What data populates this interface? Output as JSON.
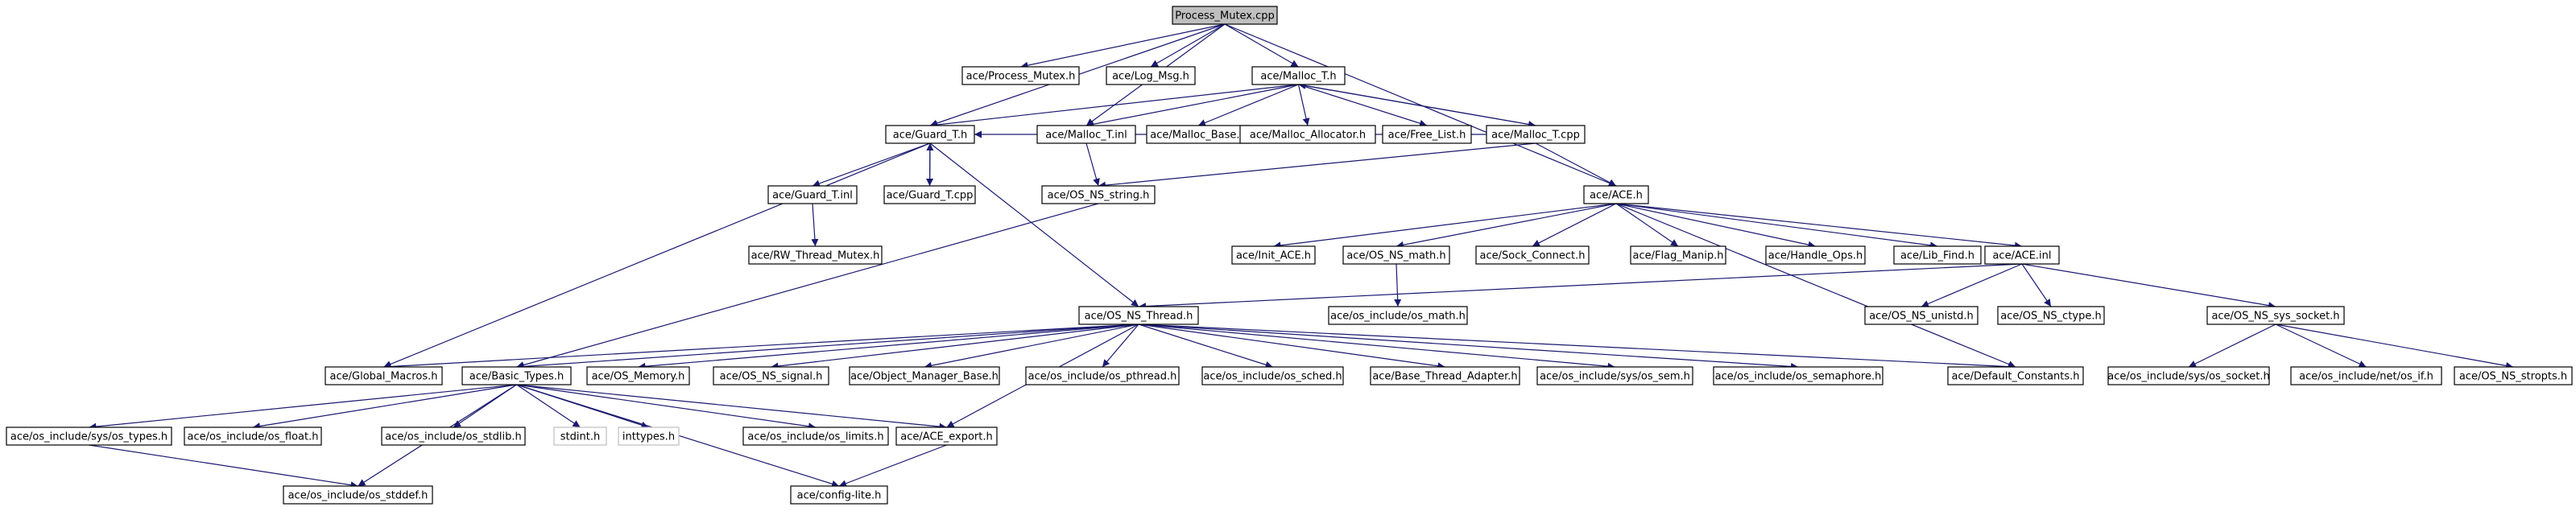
{
  "diagram": {
    "colors": {
      "edge": "#191970",
      "root_fill": "#bfbfbf",
      "truncated_border": "#ff0000",
      "external_border": "#bfbfbf",
      "node_border": "#000000"
    },
    "nodes": [
      {
        "id": "root",
        "label": "Process_Mutex.cpp",
        "kind": "root"
      },
      {
        "id": "pmh",
        "label": "ace/Process_Mutex.h",
        "kind": "normal"
      },
      {
        "id": "logmsg",
        "label": "ace/Log_Msg.h",
        "kind": "normal"
      },
      {
        "id": "malloc_t_h",
        "label": "ace/Malloc_T.h",
        "kind": "normal"
      },
      {
        "id": "guard_t_h",
        "label": "ace/Guard_T.h",
        "kind": "normal"
      },
      {
        "id": "malloc_t_inl",
        "label": "ace/Malloc_T.inl",
        "kind": "normal"
      },
      {
        "id": "malloc_base",
        "label": "ace/Malloc_Base.h",
        "kind": "normal"
      },
      {
        "id": "malloc_alloc",
        "label": "ace/Malloc_Allocator.h",
        "kind": "normal"
      },
      {
        "id": "free_list",
        "label": "ace/Free_List.h",
        "kind": "normal"
      },
      {
        "id": "malloc_t_cpp",
        "label": "ace/Malloc_T.cpp",
        "kind": "normal"
      },
      {
        "id": "guard_t_inl",
        "label": "ace/Guard_T.inl",
        "kind": "normal"
      },
      {
        "id": "guard_t_cpp",
        "label": "ace/Guard_T.cpp",
        "kind": "normal"
      },
      {
        "id": "os_ns_string",
        "label": "ace/OS_NS_string.h",
        "kind": "normal"
      },
      {
        "id": "ace_h",
        "label": "ace/ACE.h",
        "kind": "normal"
      },
      {
        "id": "rw_thread_mutex",
        "label": "ace/RW_Thread_Mutex.h",
        "kind": "normal"
      },
      {
        "id": "init_ace",
        "label": "ace/Init_ACE.h",
        "kind": "normal"
      },
      {
        "id": "os_ns_math",
        "label": "ace/OS_NS_math.h",
        "kind": "normal"
      },
      {
        "id": "sock_connect",
        "label": "ace/Sock_Connect.h",
        "kind": "normal"
      },
      {
        "id": "flag_manip",
        "label": "ace/Flag_Manip.h",
        "kind": "normal"
      },
      {
        "id": "handle_ops",
        "label": "ace/Handle_Ops.h",
        "kind": "normal"
      },
      {
        "id": "lib_find",
        "label": "ace/Lib_Find.h",
        "kind": "normal"
      },
      {
        "id": "ace_inl",
        "label": "ace/ACE.inl",
        "kind": "normal"
      },
      {
        "id": "os_ns_thread",
        "label": "ace/OS_NS_Thread.h",
        "kind": "normal"
      },
      {
        "id": "os_math",
        "label": "ace/os_include/os_math.h",
        "kind": "normal"
      },
      {
        "id": "os_ns_unistd",
        "label": "ace/OS_NS_unistd.h",
        "kind": "normal"
      },
      {
        "id": "os_ns_ctype",
        "label": "ace/OS_NS_ctype.h",
        "kind": "normal"
      },
      {
        "id": "os_ns_sys_socket",
        "label": "ace/OS_NS_sys_socket.h",
        "kind": "normal"
      },
      {
        "id": "global_macros",
        "label": "ace/Global_Macros.h",
        "kind": "normal"
      },
      {
        "id": "basic_types",
        "label": "ace/Basic_Types.h",
        "kind": "truncated"
      },
      {
        "id": "os_memory",
        "label": "ace/OS_Memory.h",
        "kind": "normal"
      },
      {
        "id": "os_ns_signal",
        "label": "ace/OS_NS_signal.h",
        "kind": "truncated"
      },
      {
        "id": "obj_mgr_base",
        "label": "ace/Object_Manager_Base.h",
        "kind": "normal"
      },
      {
        "id": "os_pthread",
        "label": "ace/os_include/os_pthread.h",
        "kind": "normal"
      },
      {
        "id": "os_sched",
        "label": "ace/os_include/os_sched.h",
        "kind": "normal"
      },
      {
        "id": "base_thread_adapter",
        "label": "ace/Base_Thread_Adapter.h",
        "kind": "normal"
      },
      {
        "id": "os_sys_sem",
        "label": "ace/os_include/sys/os_sem.h",
        "kind": "truncated"
      },
      {
        "id": "os_semaphore",
        "label": "ace/os_include/os_semaphore.h",
        "kind": "normal"
      },
      {
        "id": "default_constants",
        "label": "ace/Default_Constants.h",
        "kind": "normal"
      },
      {
        "id": "os_sys_socket",
        "label": "ace/os_include/sys/os_socket.h",
        "kind": "truncated"
      },
      {
        "id": "os_net_if",
        "label": "ace/os_include/net/os_if.h",
        "kind": "normal"
      },
      {
        "id": "os_ns_stropts",
        "label": "ace/OS_NS_stropts.h",
        "kind": "truncated"
      },
      {
        "id": "os_sys_types",
        "label": "ace/os_include/sys/os_types.h",
        "kind": "normal"
      },
      {
        "id": "os_float",
        "label": "ace/os_include/os_float.h",
        "kind": "normal"
      },
      {
        "id": "os_stdlib",
        "label": "ace/os_include/os_stdlib.h",
        "kind": "truncated"
      },
      {
        "id": "stdint",
        "label": "stdint.h",
        "kind": "leaf"
      },
      {
        "id": "inttypes",
        "label": "inttypes.h",
        "kind": "leaf"
      },
      {
        "id": "os_limits",
        "label": "ace/os_include/os_limits.h",
        "kind": "truncated"
      },
      {
        "id": "ace_export",
        "label": "ace/ACE_export.h",
        "kind": "normal"
      },
      {
        "id": "os_stddef",
        "label": "ace/os_include/os_stddef.h",
        "kind": "normal"
      },
      {
        "id": "config_lite",
        "label": "ace/config-lite.h",
        "kind": "truncated"
      }
    ],
    "edges": [
      [
        "root",
        "pmh"
      ],
      [
        "root",
        "logmsg"
      ],
      [
        "root",
        "malloc_t_h"
      ],
      [
        "root",
        "guard_t_h"
      ],
      [
        "root",
        "malloc_t_inl"
      ],
      [
        "root",
        "ace_h"
      ],
      [
        "malloc_t_h",
        "guard_t_h"
      ],
      [
        "malloc_t_h",
        "malloc_t_inl"
      ],
      [
        "malloc_t_h",
        "malloc_base"
      ],
      [
        "malloc_t_h",
        "malloc_alloc"
      ],
      [
        "malloc_t_h",
        "free_list"
      ],
      [
        "malloc_t_h",
        "malloc_t_cpp"
      ],
      [
        "malloc_t_cpp",
        "malloc_t_h"
      ],
      [
        "malloc_t_cpp",
        "guard_t_h"
      ],
      [
        "malloc_t_cpp",
        "ace_h"
      ],
      [
        "malloc_t_cpp",
        "os_ns_string"
      ],
      [
        "guard_t_h",
        "guard_t_inl"
      ],
      [
        "guard_t_h",
        "guard_t_cpp"
      ],
      [
        "guard_t_cpp",
        "guard_t_h"
      ],
      [
        "guard_t_h",
        "global_macros"
      ],
      [
        "guard_t_h",
        "os_ns_thread"
      ],
      [
        "guard_t_inl",
        "rw_thread_mutex"
      ],
      [
        "malloc_t_inl",
        "os_ns_string"
      ],
      [
        "os_ns_string",
        "basic_types"
      ],
      [
        "ace_h",
        "init_ace"
      ],
      [
        "ace_h",
        "os_ns_math"
      ],
      [
        "ace_h",
        "sock_connect"
      ],
      [
        "ace_h",
        "flag_manip"
      ],
      [
        "ace_h",
        "handle_ops"
      ],
      [
        "ace_h",
        "lib_find"
      ],
      [
        "ace_h",
        "ace_inl"
      ],
      [
        "ace_h",
        "default_constants"
      ],
      [
        "os_ns_math",
        "os_math"
      ],
      [
        "ace_inl",
        "os_ns_thread"
      ],
      [
        "ace_inl",
        "os_ns_unistd"
      ],
      [
        "ace_inl",
        "os_ns_ctype"
      ],
      [
        "ace_inl",
        "os_ns_sys_socket"
      ],
      [
        "os_ns_sys_socket",
        "os_sys_socket"
      ],
      [
        "os_ns_sys_socket",
        "os_net_if"
      ],
      [
        "os_ns_sys_socket",
        "os_ns_stropts"
      ],
      [
        "os_ns_thread",
        "global_macros"
      ],
      [
        "os_ns_thread",
        "basic_types"
      ],
      [
        "os_ns_thread",
        "os_memory"
      ],
      [
        "os_ns_thread",
        "os_ns_signal"
      ],
      [
        "os_ns_thread",
        "obj_mgr_base"
      ],
      [
        "os_ns_thread",
        "os_pthread"
      ],
      [
        "os_ns_thread",
        "os_sched"
      ],
      [
        "os_ns_thread",
        "base_thread_adapter"
      ],
      [
        "os_ns_thread",
        "os_sys_sem"
      ],
      [
        "os_ns_thread",
        "os_semaphore"
      ],
      [
        "os_ns_thread",
        "default_constants"
      ],
      [
        "os_ns_thread",
        "ace_export"
      ],
      [
        "basic_types",
        "os_sys_types"
      ],
      [
        "basic_types",
        "os_float"
      ],
      [
        "basic_types",
        "os_stdlib"
      ],
      [
        "basic_types",
        "stdint"
      ],
      [
        "basic_types",
        "inttypes"
      ],
      [
        "basic_types",
        "os_limits"
      ],
      [
        "basic_types",
        "ace_export"
      ],
      [
        "basic_types",
        "config_lite"
      ],
      [
        "basic_types",
        "os_stddef"
      ],
      [
        "os_sys_types",
        "os_stddef"
      ],
      [
        "ace_export",
        "config_lite"
      ]
    ]
  }
}
